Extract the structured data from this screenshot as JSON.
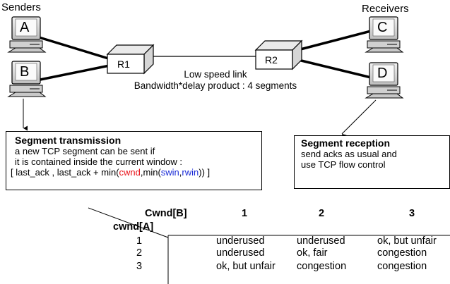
{
  "senders_label": "Senders",
  "receivers_label": "Receivers",
  "hosts": {
    "a": "A",
    "b": "B",
    "c": "C",
    "d": "D"
  },
  "routers": {
    "r1": "R1",
    "r2": "R2"
  },
  "link": {
    "line1": "Low speed link",
    "line2": "Bandwidth*delay product : 4 segments"
  },
  "transmission": {
    "title": "Segment transmission",
    "line1": "a new TCP segment can be sent if",
    "line2": "it is contained inside the current window :",
    "formula": {
      "prefix": "[ last_ack , last_ack + min(",
      "cwnd": "cwnd",
      "mid": ",min(",
      "swin": "swin",
      "comma": ",",
      "rwin": "rwin",
      "suffix": ")) ]"
    }
  },
  "reception": {
    "title": "Segment reception",
    "line1": "send acks as usual and",
    "line2": "use TCP flow control"
  },
  "table": {
    "col_header": "Cwnd[B]",
    "row_header": "cwnd[A]",
    "columns": [
      "1",
      "2",
      "3"
    ],
    "rows": [
      {
        "label": "1",
        "cells": [
          "underused",
          "underused",
          "ok, but unfair"
        ]
      },
      {
        "label": "2",
        "cells": [
          "underused",
          "ok, fair",
          "congestion"
        ]
      },
      {
        "label": "3",
        "cells": [
          "ok, but unfair",
          "congestion",
          "congestion"
        ]
      }
    ]
  },
  "colors": {
    "cwnd": "#e8141b",
    "swin_rwin": "#1a2bd6"
  }
}
